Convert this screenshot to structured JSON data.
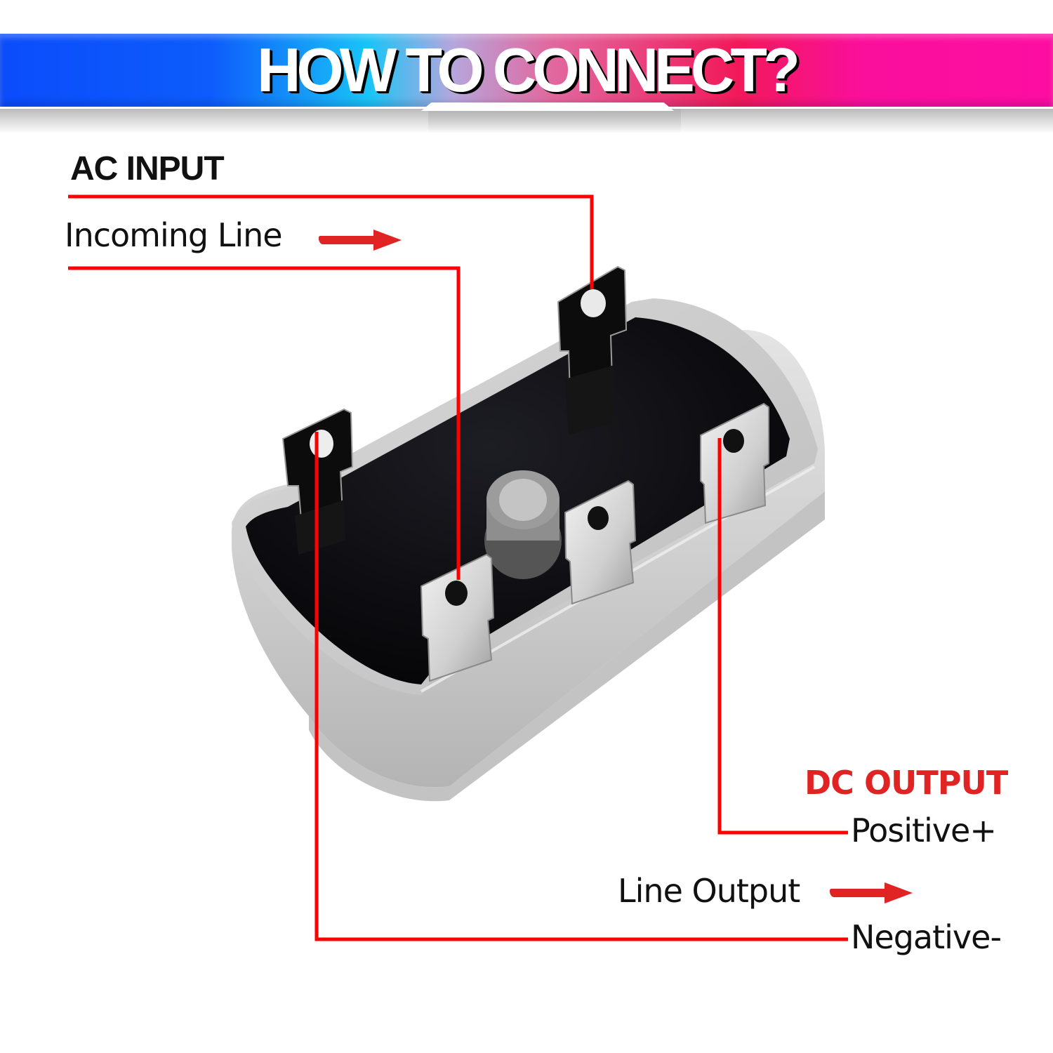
{
  "banner": {
    "title": "HOW TO CONNECT?",
    "gradient_colors": [
      "#0b4cfb",
      "#19c4f7",
      "#e06aa0",
      "#f2195a",
      "#fd0da2"
    ]
  },
  "labels": {
    "ac_input": "AC INPUT",
    "incoming_line": "Incoming Line",
    "dc_output": "DC OUTPUT",
    "positive": "Positive+",
    "line_output": "Line Output",
    "negative": "Negative-"
  },
  "colors": {
    "leader_line": "#ff0000",
    "arrow": "#e02424",
    "dc_output_text": "#e02424",
    "text": "#111111",
    "housing": "#c9c9c9",
    "epoxy": "#0b0b0f",
    "terminal_metal": "#d8d8d8"
  },
  "device": {
    "name": "bridge-rectifier",
    "icons": [
      "arrow-right-icon",
      "arrow-right-icon"
    ],
    "terminals": [
      "ac-input-1",
      "ac-input-2",
      "dc-positive",
      "dc-negative",
      "middle-terminal"
    ]
  }
}
